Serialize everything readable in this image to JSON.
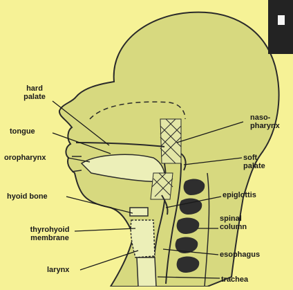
{
  "labels": {
    "hard_palate": "hard\npalate",
    "tongue": "tongue",
    "oropharynx": "oropharynx",
    "hyoid_bone": "hyoid bone",
    "thyrohyoid_membrane": "thyrohyoid\nmembrane",
    "larynx": "larynx",
    "nasopharynx": "naso-\npharynx",
    "soft_palate": "soft\npalate",
    "epiglottis": "epiglottis",
    "spinal_column": "spinal\ncolumn",
    "esophagus": "esophagus",
    "trachea": "trachea"
  },
  "colors": {
    "background": "#f6f296",
    "head": "#d7d97f",
    "outline": "#2a2a2a",
    "vertebra": "#2e2e2e",
    "corner_box": "#232323"
  }
}
